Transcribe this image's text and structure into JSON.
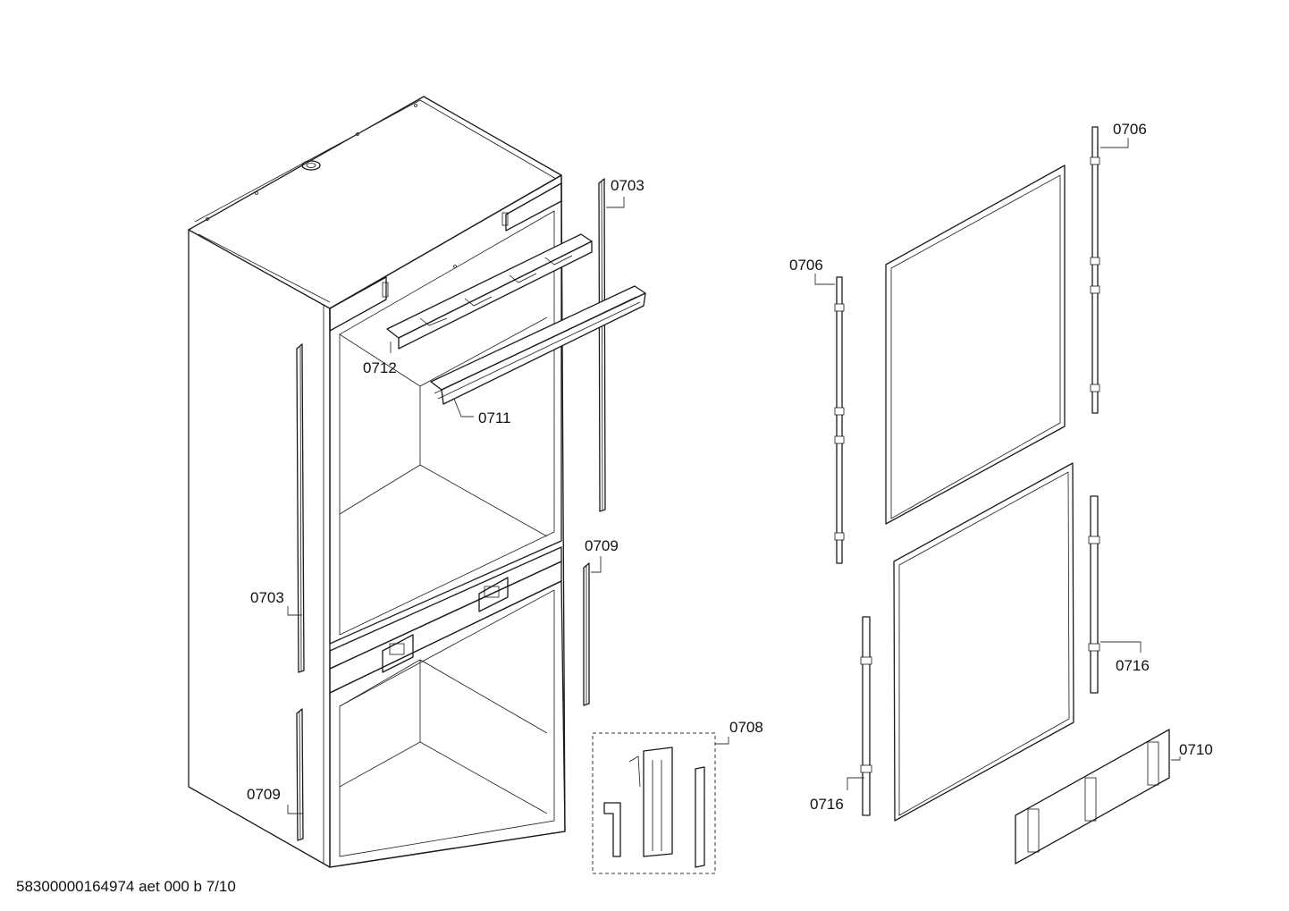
{
  "diagram": {
    "labels": {
      "p0703_top": "0703",
      "p0703_left": "0703",
      "p0712": "0712",
      "p0711": "0711",
      "p0709_mid": "0709",
      "p0709_left": "0709",
      "p0708": "0708",
      "p0706_top": "0706",
      "p0706_left": "0706",
      "p0716_right": "0716",
      "p0716_left": "0716",
      "p0710": "0710"
    }
  },
  "footer": {
    "code": "58300000164974 aet 000 b 7/10"
  }
}
